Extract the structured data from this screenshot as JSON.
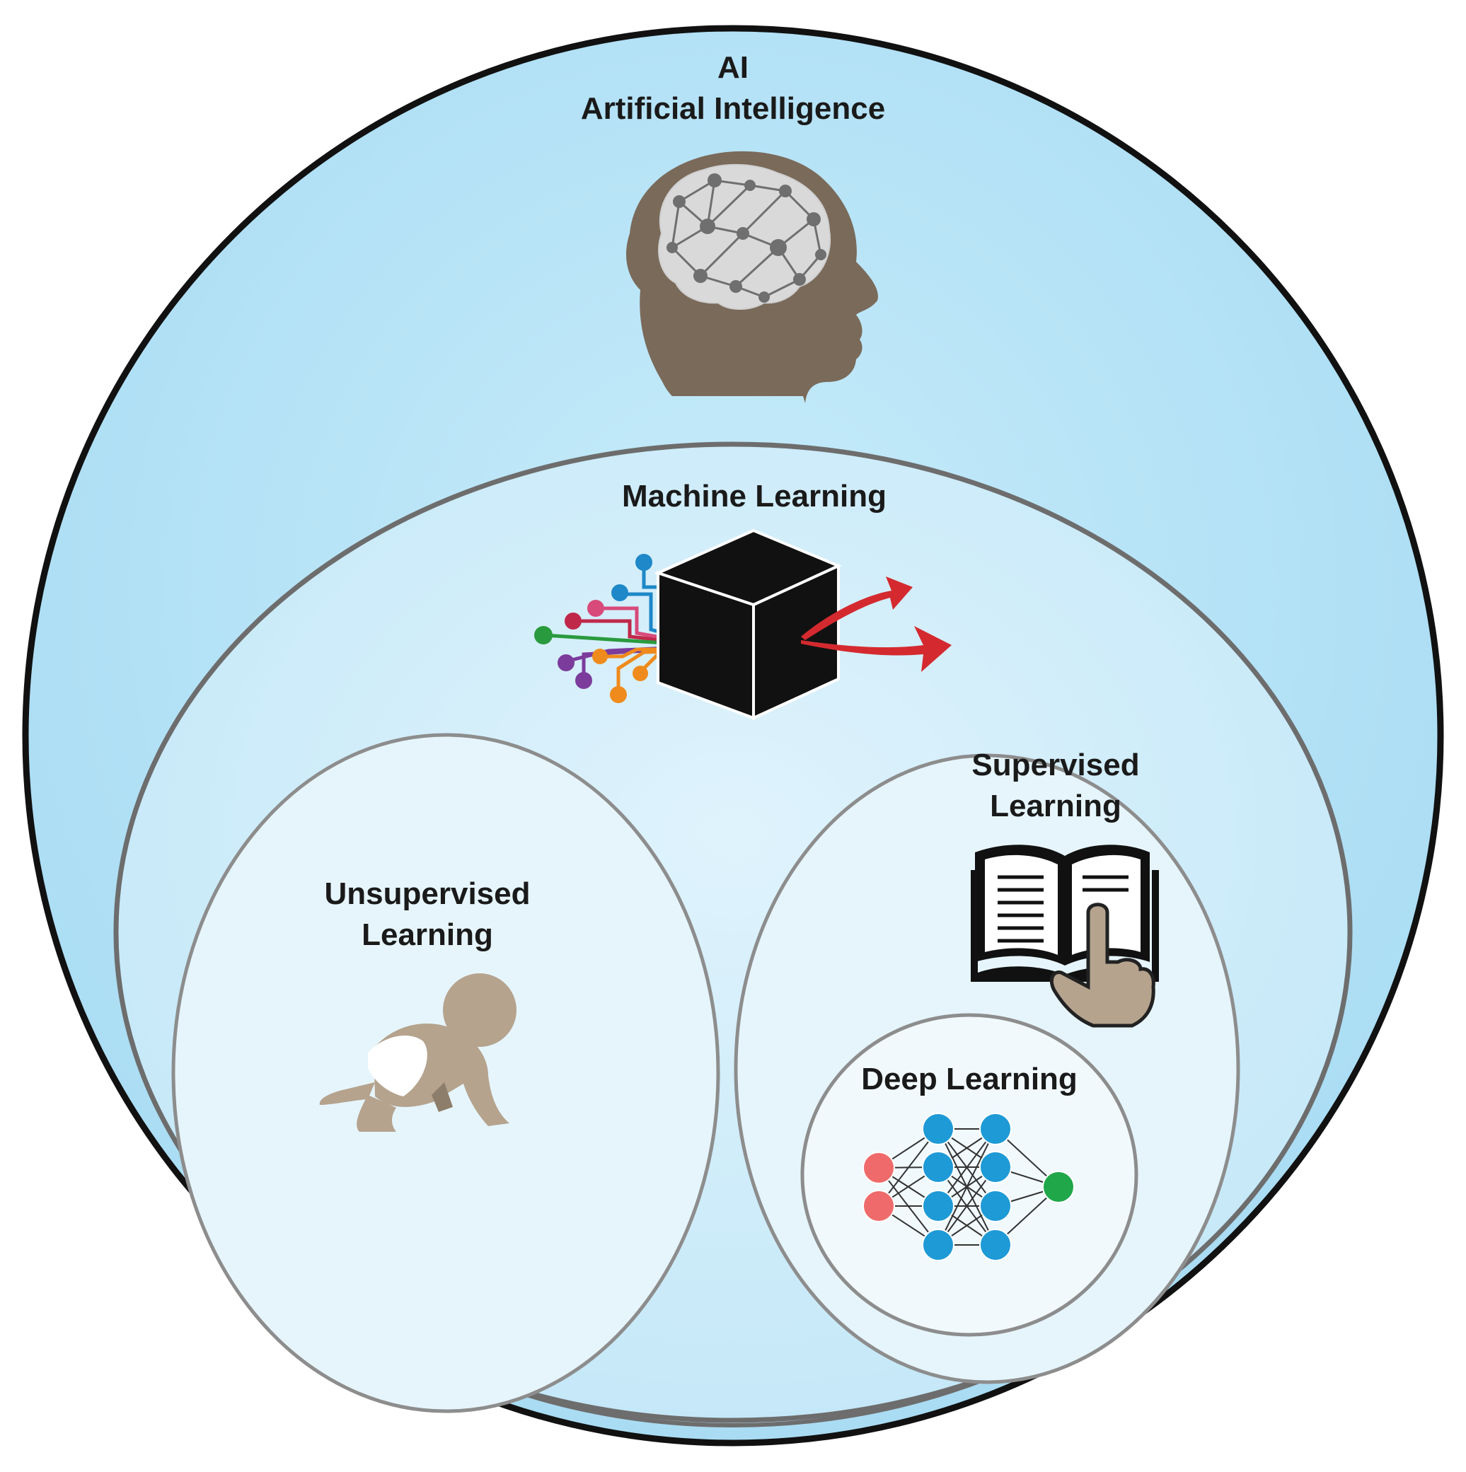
{
  "ai": {
    "abbr": "AI",
    "title": "Artificial Intelligence",
    "icon": "brain-network-head-icon"
  },
  "ml": {
    "title": "Machine Learning",
    "icon": "black-box-cube-icon"
  },
  "unsupervised": {
    "line1": "Unsupervised",
    "line2": "Learning",
    "icon": "crawling-baby-icon"
  },
  "supervised": {
    "line1": "Supervised",
    "line2": "Learning",
    "icon": "book-pointing-hand-icon"
  },
  "deep": {
    "title": "Deep Learning",
    "icon": "neural-network-icon"
  },
  "colors": {
    "outer_fill": "#b5e3f6",
    "ml_fill": "#cdecf9",
    "inner_fill": "#e6f5fc",
    "deep_fill": "#f1f9fd",
    "head": "#7a6a5a",
    "skin": "#b5a38e",
    "arrow_red": "#d42a2f",
    "nn_input": "#ef6b6b",
    "nn_hidden": "#1e9ad6",
    "nn_output": "#1fa74a"
  }
}
